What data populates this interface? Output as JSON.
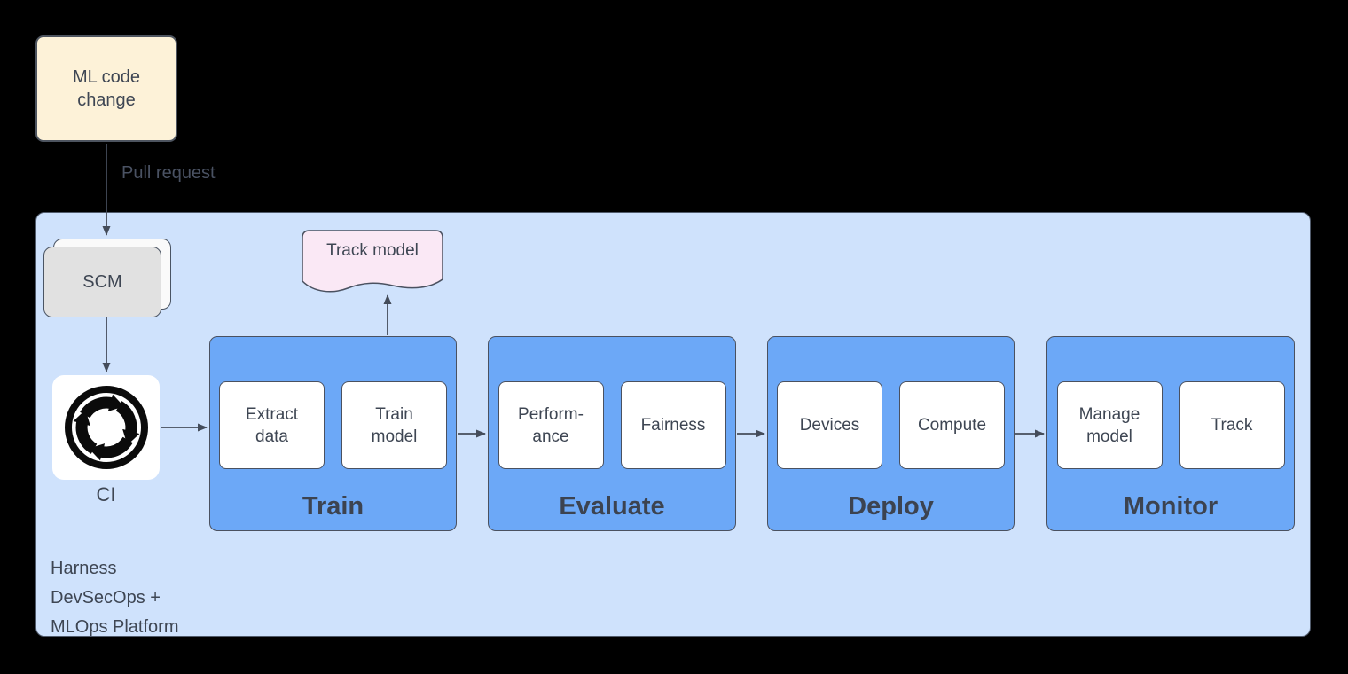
{
  "flow": {
    "ml_code_change_label": "ML code\nchange",
    "pull_request_label": "Pull request",
    "scm_label": "SCM",
    "ci_label": "CI"
  },
  "platform": {
    "caption": "Harness\nDevSecOps +\nMLOps Platform",
    "track_model_label": "Track model"
  },
  "stages": [
    {
      "title": "Train",
      "items": [
        "Extract\ndata",
        "Train\nmodel"
      ]
    },
    {
      "title": "Evaluate",
      "items": [
        "Perform-\nance",
        "Fairness"
      ]
    },
    {
      "title": "Deploy",
      "items": [
        "Devices",
        "Compute"
      ]
    },
    {
      "title": "Monitor",
      "items": [
        "Manage\nmodel",
        "Track"
      ]
    }
  ],
  "icons": {
    "ci": "cycle-arrows-icon"
  },
  "colors": {
    "background": "#000000",
    "platform_fill": "#cfe2fc",
    "stage_fill": "#6ca8f7",
    "node_fill": "#ffffff",
    "ml_box_fill": "#fdf2d8",
    "scm_fill": "#e1e1e1",
    "doc_fill": "#fae8f5",
    "border": "#4a5160",
    "arrow": "#444c5a",
    "text": "#3e4653"
  }
}
